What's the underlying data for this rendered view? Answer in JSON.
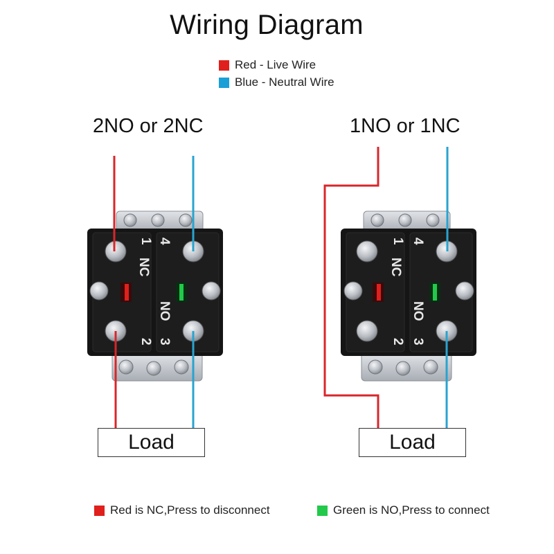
{
  "title": "Wiring Diagram",
  "legend": [
    {
      "label": "Red - Live Wire",
      "color": "#e0201c"
    },
    {
      "label": "Blue - Neutral Wire",
      "color": "#1a9fd6"
    }
  ],
  "configs": [
    {
      "title": "2NO or 2NC",
      "load_label": "Load"
    },
    {
      "title": "1NO or 1NC",
      "load_label": "Load"
    }
  ],
  "switch_labels": {
    "t1": "1",
    "t2": "2",
    "t3": "3",
    "t4": "4",
    "nc": "NC",
    "no": "NO"
  },
  "notes": [
    {
      "label": "Red is NC,Press to disconnect",
      "color": "#e0201c"
    },
    {
      "label": "Green is NO,Press to connect",
      "color": "#22c94a"
    }
  ],
  "colors": {
    "live": "#d8262a",
    "neutral": "#2aa3cf",
    "body": "#141414",
    "plate": "#c9ccd1"
  }
}
